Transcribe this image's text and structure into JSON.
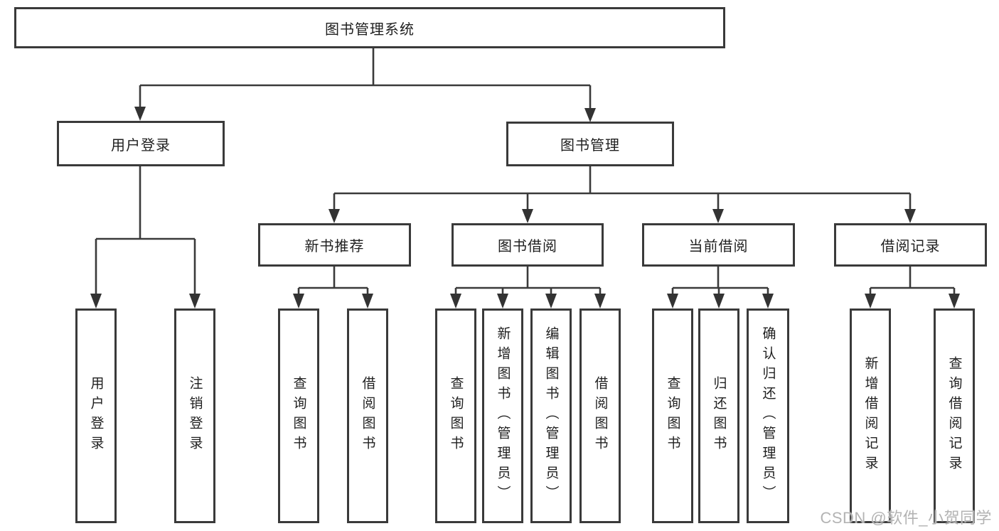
{
  "nodes": {
    "root": "图书管理系统",
    "user_login": "用户登录",
    "book_mgmt": "图书管理",
    "new_book_rec": "新书推荐",
    "book_borrow": "图书借阅",
    "current_borrow": "当前借阅",
    "borrow_record": "借阅记录",
    "leaf_user_login": "用户登录",
    "leaf_logout": "注销登录",
    "rec_query_book": "查询图书",
    "rec_borrow_book": "借阅图书",
    "bb_query_book": "查询图书",
    "bb_add_book": "新增图书（管理员）",
    "bb_edit_book": "编辑图书（管理员）",
    "bb_borrow_book": "借阅图书",
    "cb_query_book": "查询图书",
    "cb_return_book": "归还图书",
    "cb_confirm_return": "确认归还（管理员）",
    "br_add_record": "新增借阅记录",
    "br_query_record": "查询借阅记录"
  },
  "watermark": "CSDN @软件_小贺同学",
  "colors": {
    "box_border": "#3a3a3a",
    "connector": "#3a3a3a",
    "arrowhead": "#333333",
    "text": "#1f1f1f",
    "watermark": "#b3b3b3",
    "background": "#ffffff"
  }
}
